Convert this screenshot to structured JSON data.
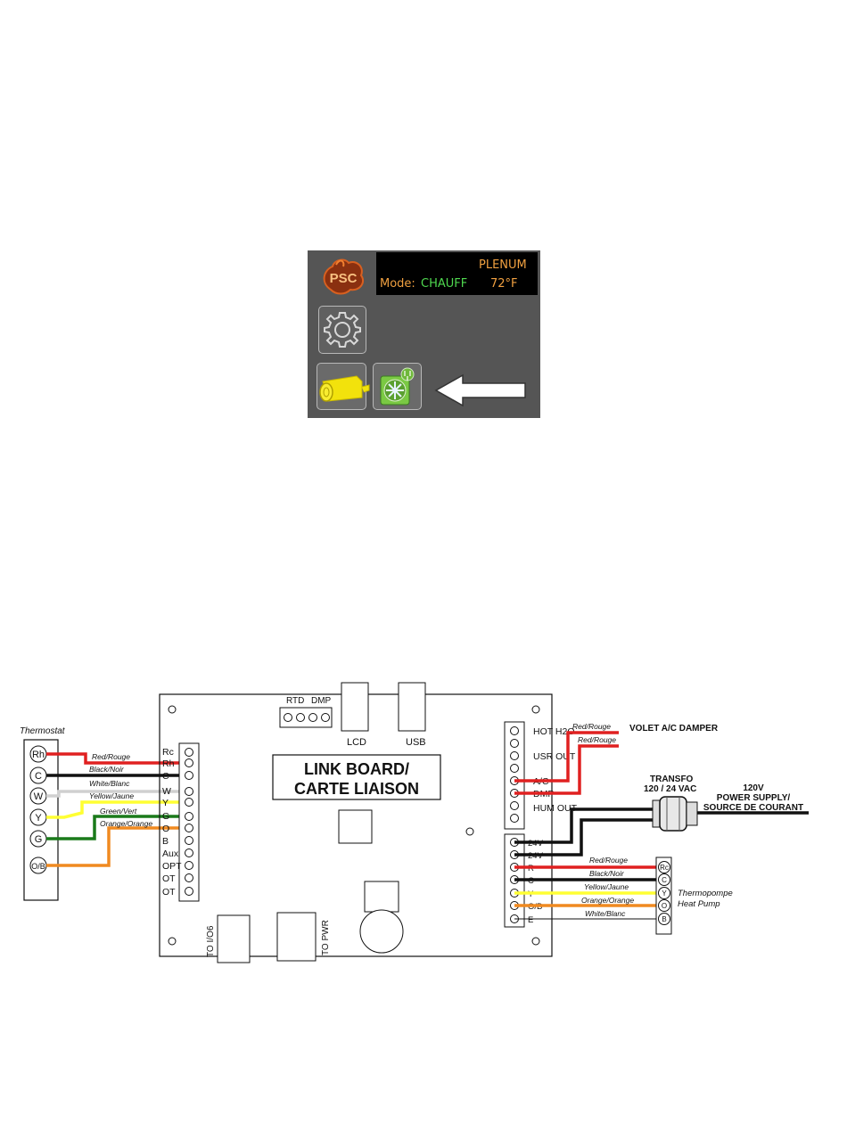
{
  "display": {
    "logo_text": "PSC",
    "zone_label": "PLENUM",
    "mode_label": "Mode:",
    "mode_value": "CHAUFF",
    "temperature": "72°F"
  },
  "thermostat": {
    "title": "Thermostat",
    "terminals": [
      "Rh",
      "C",
      "W",
      "Y",
      "G",
      "O/B"
    ]
  },
  "thermostat_wires": [
    "Red/Rouge",
    "Black/Noir",
    "White/Blanc",
    "Yellow/Jaune",
    "Green/Vert",
    "Orange/Orange"
  ],
  "board": {
    "title_line1": "LINK BOARD/",
    "title_line2": "CARTE LIAISON",
    "left_terminals": [
      "Rc",
      "Rh",
      "C",
      "W",
      "Y",
      "G",
      "O",
      "B",
      "Aux",
      "OPT",
      "OT",
      "OT"
    ],
    "top_connector_labels": [
      "RTD",
      "DMP"
    ],
    "lcd_label": "LCD",
    "usb_label": "USB",
    "to_io6_label": "TO I/O6",
    "to_pwr_label": "TO PWR",
    "right_upper_terminals": [
      "HOT H2O",
      "USR OUT",
      "A/C",
      "DMP",
      "HUM OUT"
    ],
    "right_lower_terminals": [
      "24V",
      "24V",
      "R",
      "C",
      "Y",
      "O/B",
      "E"
    ]
  },
  "damper": {
    "title": "VOLET A/C DAMPER",
    "wires": [
      "Red/Rouge",
      "Red/Rouge"
    ]
  },
  "transformer": {
    "title": "TRANSFO",
    "rating": "120 / 24 VAC",
    "supply_label_1": "120V",
    "supply_label_2": "POWER SUPPLY/",
    "supply_label_3": "SOURCE DE COURANT"
  },
  "heat_pump": {
    "label_fr": "Thermopompe",
    "label_en": "Heat Pump",
    "terminals": [
      "Rc",
      "C",
      "Y",
      "O",
      "B"
    ],
    "wires": [
      "Red/Rouge",
      "Black/Noir",
      "Yellow/Jaune",
      "Orange/Orange",
      "White/Blanc"
    ]
  },
  "colors": {
    "red": "#e02020",
    "black": "#111111",
    "white_wire": "#d0d0d0",
    "yellow": "#ffff33",
    "green": "#1a7a1a",
    "orange": "#f08a20",
    "screen_bg": "#555555"
  }
}
